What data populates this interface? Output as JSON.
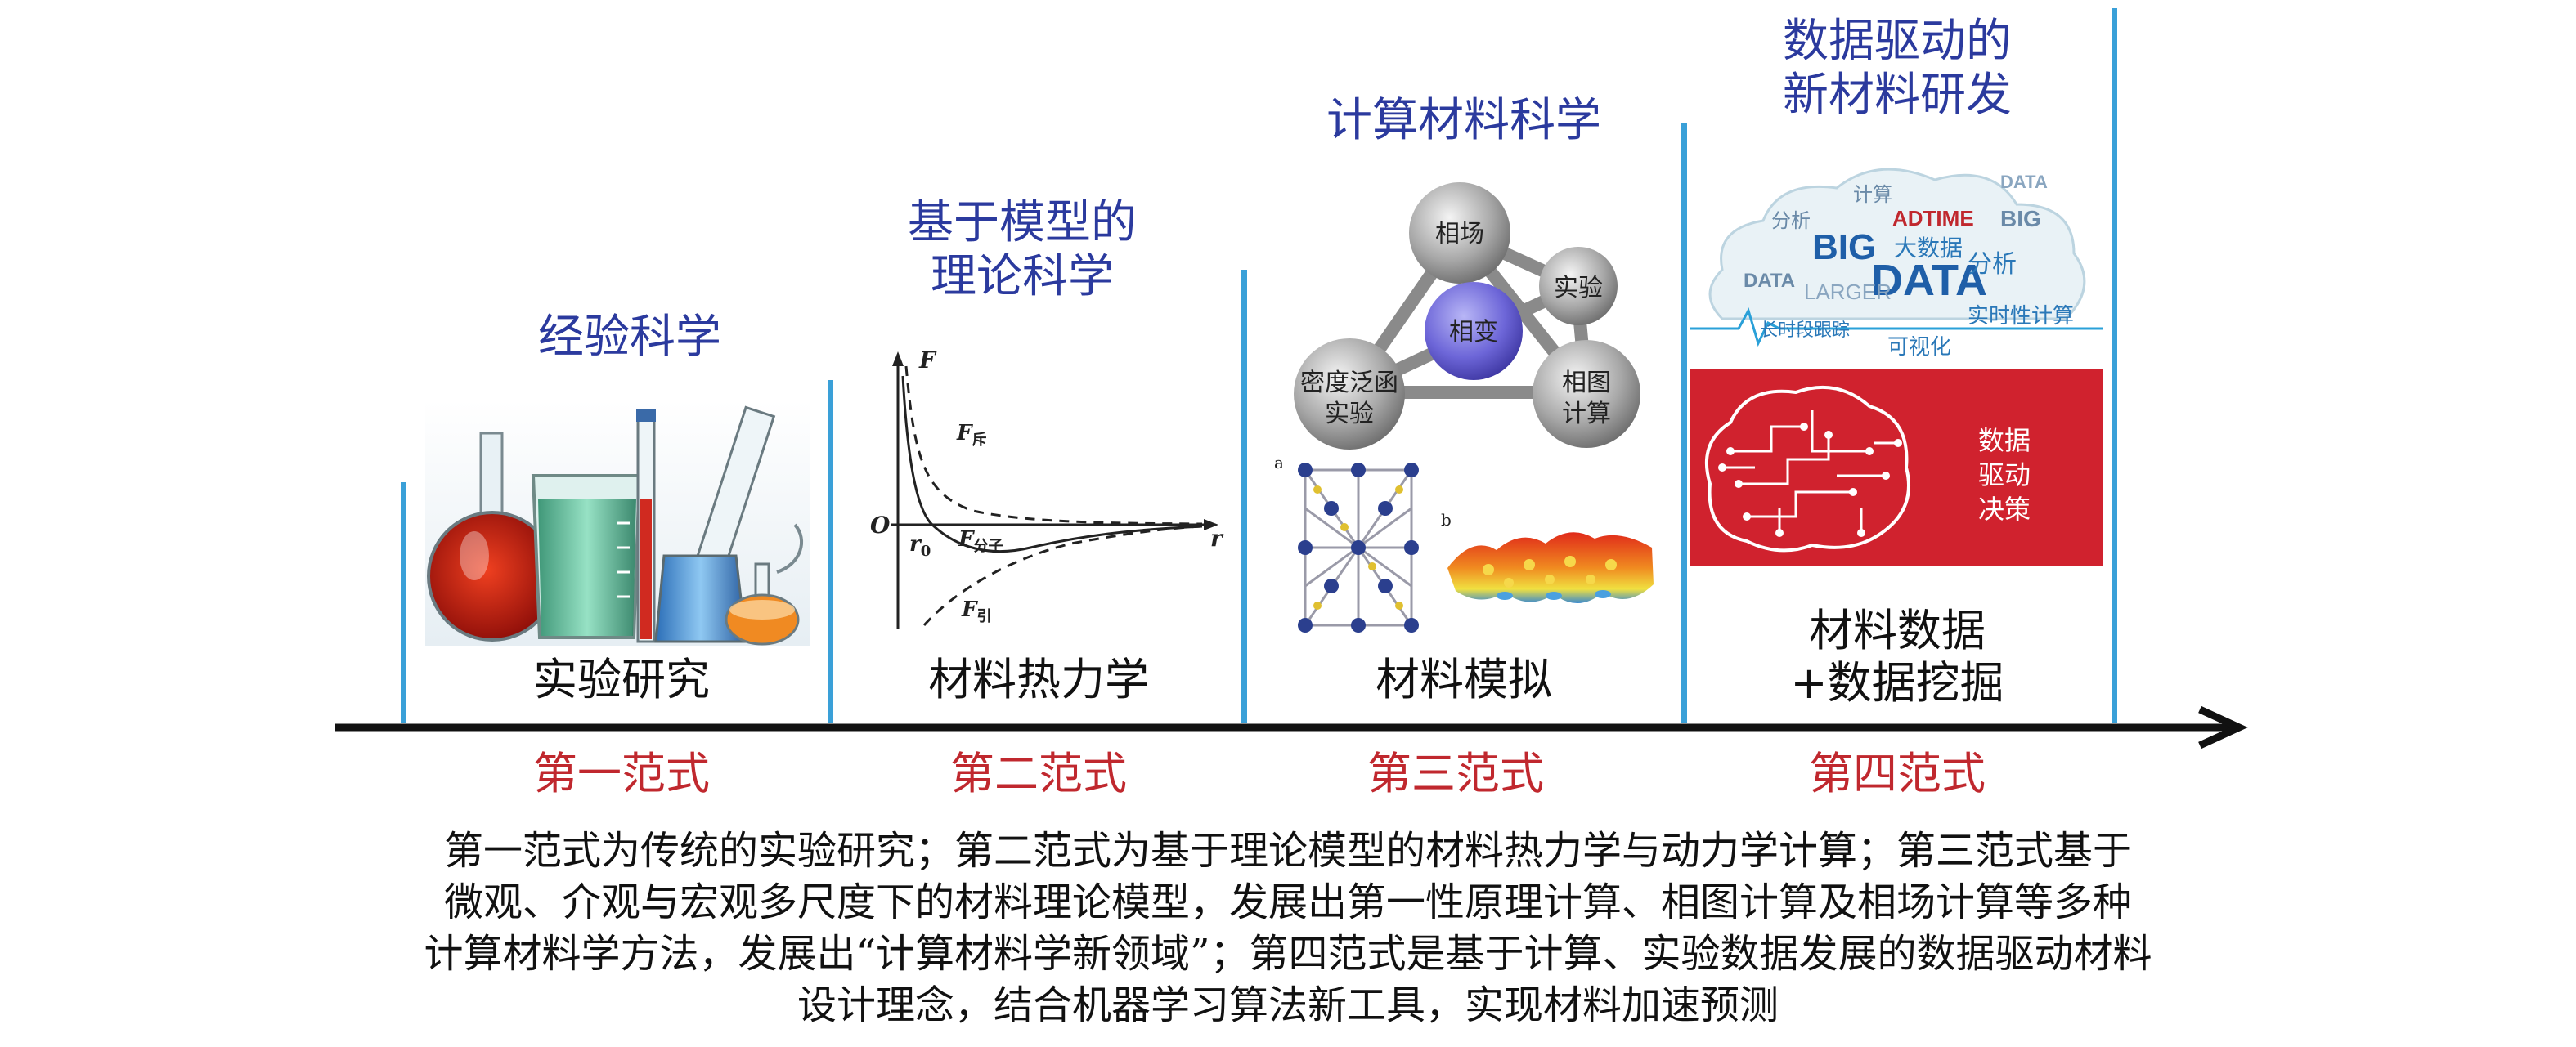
{
  "paradigms": [
    {
      "title_lines": [
        "经验科学"
      ],
      "label_lines": [
        "实验研究"
      ],
      "paradigm": "第一范式"
    },
    {
      "title_lines": [
        "基于模型的",
        "理论科学"
      ],
      "label_lines": [
        "材料热力学"
      ],
      "paradigm": "第二范式"
    },
    {
      "title_lines": [
        "计算材料科学"
      ],
      "label_lines": [
        "材料模拟"
      ],
      "paradigm": "第三范式"
    },
    {
      "title_lines": [
        "数据驱动的",
        "新材料研发"
      ],
      "label_lines": [
        "材料数据",
        "+数据挖掘"
      ],
      "paradigm": "第四范式"
    }
  ],
  "force_plot": {
    "y_axis": "F",
    "x_axis": "r",
    "origin": "O",
    "r0": "r",
    "r0_sub": "0",
    "f_label": "F",
    "repulsive_sub": "斥",
    "molecular_sub": "分子",
    "attractive_sub": "引"
  },
  "network": {
    "nodes": [
      "相场",
      "实验",
      "相变",
      "密度泛函",
      "实验",
      "相图",
      "计算"
    ],
    "panel_a": "a",
    "panel_b": "b"
  },
  "bigdata": {
    "words": [
      "BIG",
      "DATA",
      "大数据",
      "ADTIME",
      "LARGER",
      "实时性计算",
      "分析",
      "可视化",
      "长时段跟踪",
      "DATA",
      "BIG",
      "计算",
      "分析",
      "DATA"
    ],
    "decision_lines": [
      "数据",
      "驱动",
      "决策"
    ]
  },
  "caption_lines": [
    "第一范式为传统的实验研究；第二范式为基于理论模型的材料热力学与动力学计算；第三范式基于",
    "微观、介观与宏观多尺度下的材料理论模型，发展出第一性原理计算、相图计算及相场计算等多种",
    "计算材料学方法，发展出“计算材料学新领域”；第四范式是基于计算、实验数据发展的数据驱动材料",
    "设计理念，结合机器学习算法新工具，实现材料加速预测"
  ],
  "colors": {
    "title_blue": "#2b3a9e",
    "paradigm_red": "#c0282e",
    "divider_blue": "#3aa0d8",
    "decision_red": "#d0222e"
  }
}
